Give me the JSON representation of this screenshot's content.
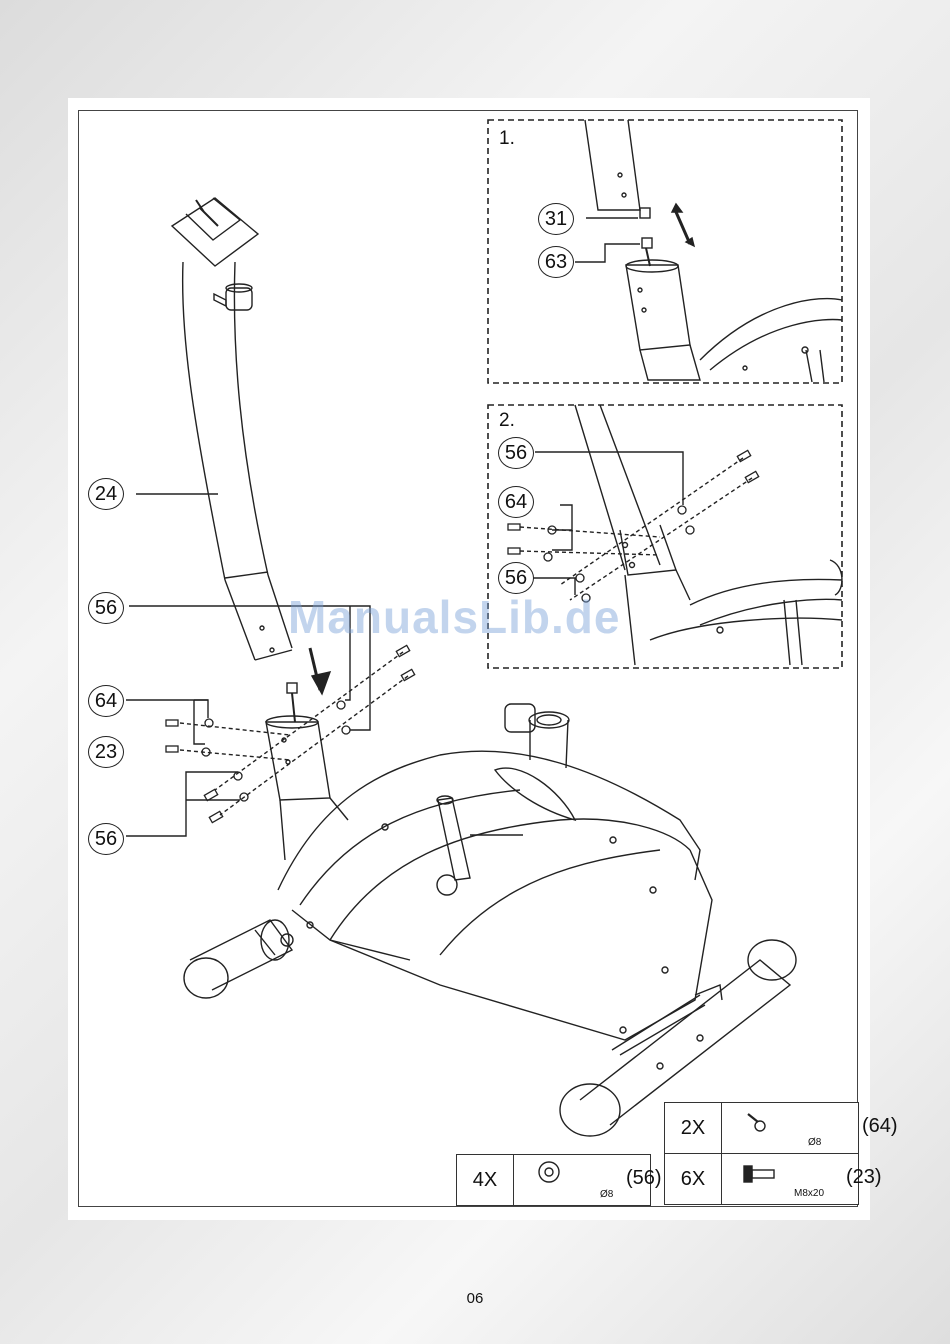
{
  "watermark": "ManualsLib.de",
  "steps": [
    {
      "label": "1.",
      "callouts": [
        "31",
        "63"
      ]
    },
    {
      "label": "2.",
      "callouts": [
        "56",
        "64",
        "56"
      ]
    }
  ],
  "main_callouts": [
    "24",
    "56",
    "64",
    "23",
    "56"
  ],
  "parts": [
    {
      "qty": "4X",
      "part": "(56)",
      "size": "Ø8",
      "icon": "washer-icon"
    },
    {
      "qty": "2X",
      "part": "(64)",
      "size": "Ø8",
      "icon": "spring-washer-icon"
    },
    {
      "qty": "6X",
      "part": "(23)",
      "size": "M8x20",
      "icon": "bolt-icon"
    }
  ],
  "page_number": "06"
}
